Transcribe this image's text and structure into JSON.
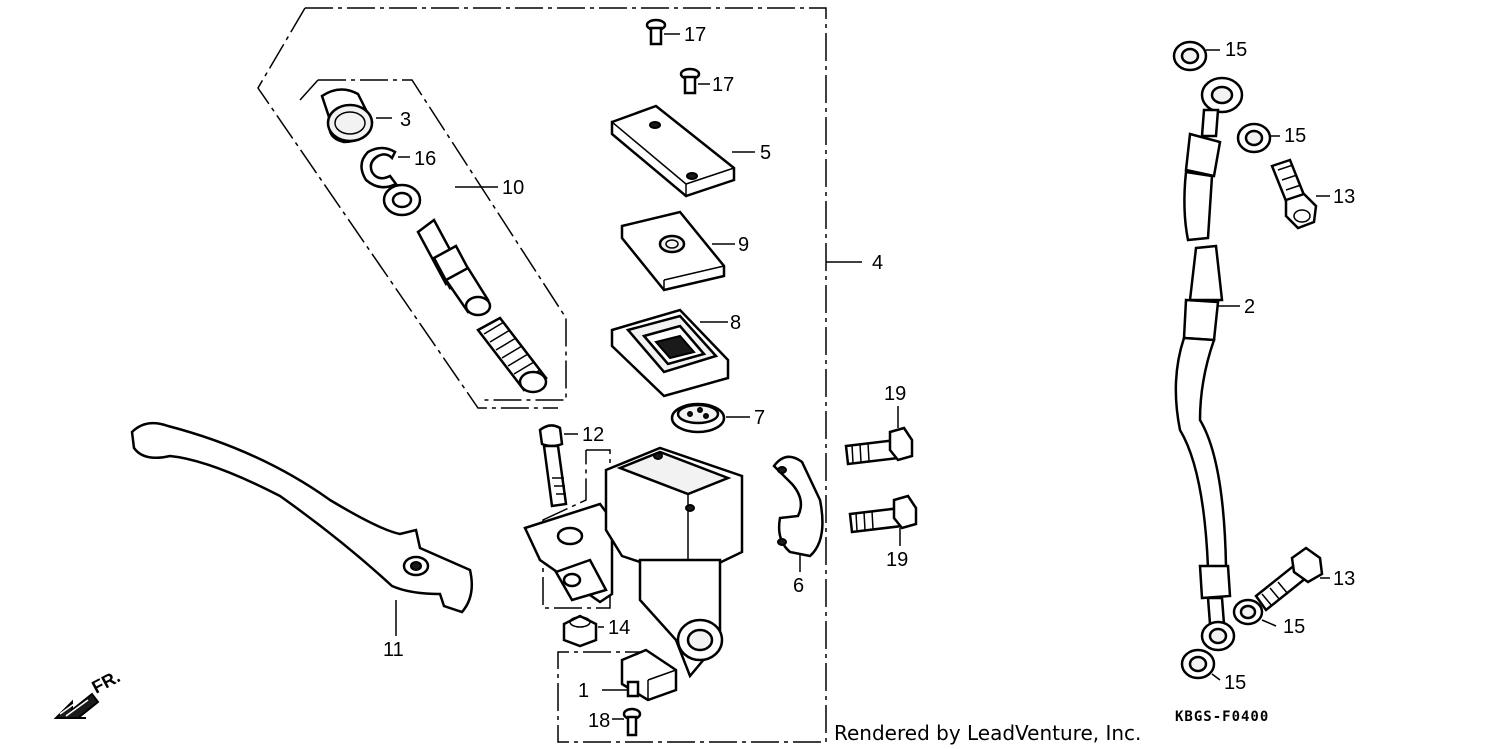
{
  "labels": {
    "p1": "1",
    "p2": "2",
    "p3": "3",
    "p4": "4",
    "p5": "5",
    "p6": "6",
    "p7": "7",
    "p8": "8",
    "p9": "9",
    "p10": "10",
    "p11": "11",
    "p12": "12",
    "p13a": "13",
    "p13b": "13",
    "p14": "14",
    "p15a": "15",
    "p15b": "15",
    "p15c": "15",
    "p15d": "15",
    "p16": "16",
    "p17a": "17",
    "p17b": "17",
    "p18": "18",
    "p19a": "19",
    "p19b": "19"
  },
  "direction_label": "FR.",
  "reference_code": "KBGS-F0400",
  "credit": "Rendered by LeadVenture, Inc."
}
